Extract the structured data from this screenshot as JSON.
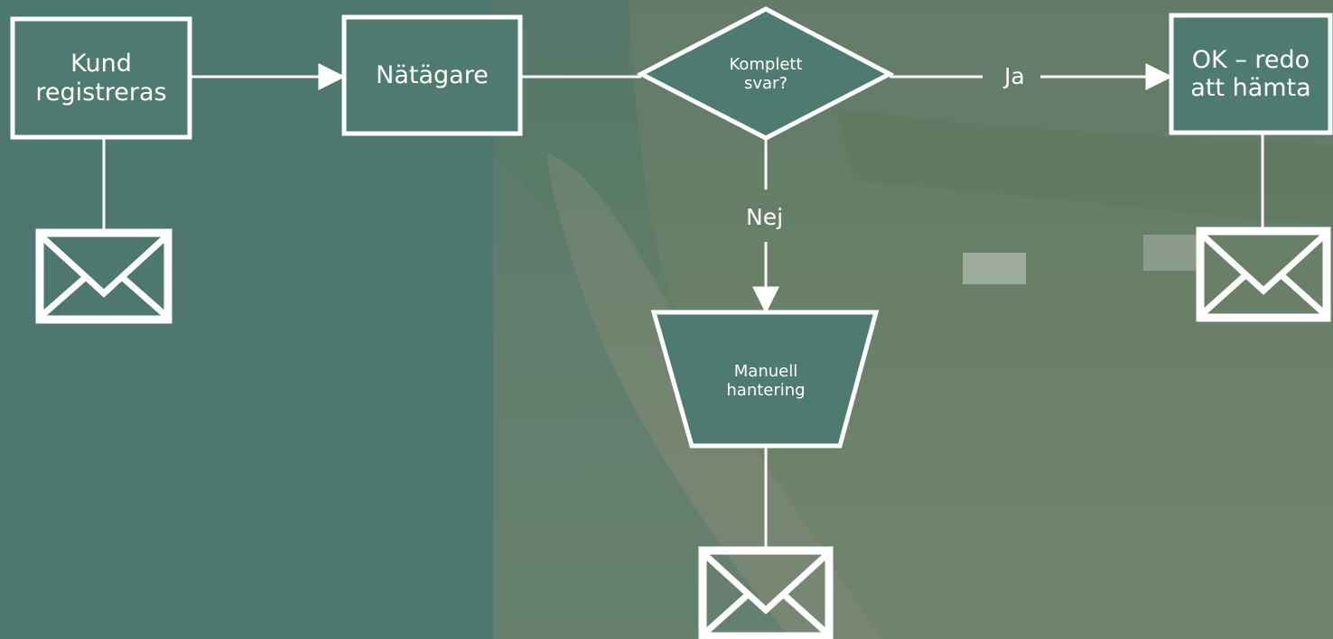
{
  "nodes": {
    "kund": "Kund\nregistreras",
    "natagare": "Nätägare",
    "komplett": "Komplett\nsvar?",
    "ok": "OK – redo\natt hämta",
    "manuell": "Manuell\nhantering"
  },
  "edge_labels": {
    "ja": "Ja",
    "nej": "Nej"
  },
  "colors": {
    "shape_fill": "#4e7a6f",
    "stroke": "#ffffff"
  },
  "icons": [
    "mail-icon",
    "mail-icon",
    "mail-icon"
  ]
}
